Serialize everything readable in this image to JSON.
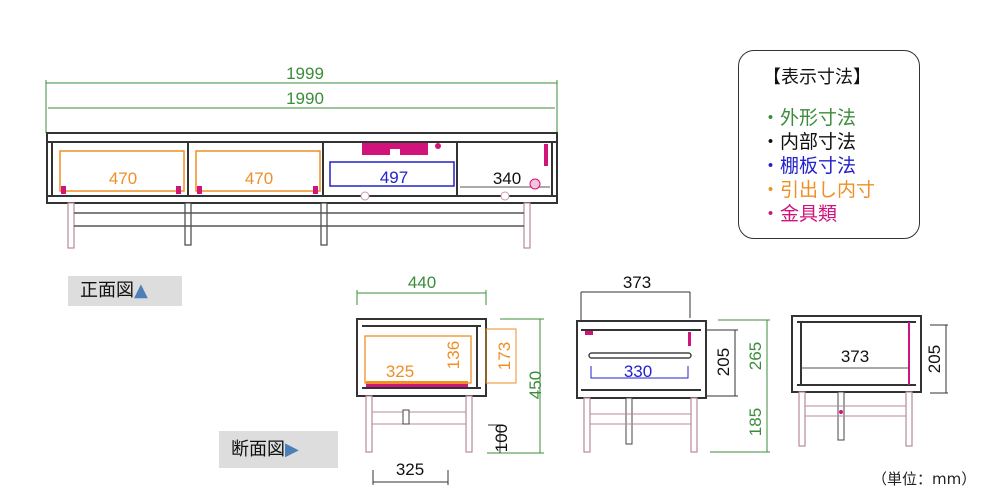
{
  "legend": {
    "title": "【表示寸法】",
    "items": [
      {
        "label": "・外形寸法",
        "color": "#3b8c3b"
      },
      {
        "label": "・内部寸法",
        "color": "#111111"
      },
      {
        "label": "・棚板寸法",
        "color": "#2222cc"
      },
      {
        "label": "・引出し内寸",
        "color": "#ef8f25"
      },
      {
        "label": "・金具類",
        "color": "#d1147c"
      }
    ]
  },
  "front_view": {
    "label": "正面図",
    "label_icon": "▲",
    "overall_width": "1999",
    "body_width": "1990",
    "drawer1_inner": "470",
    "drawer2_inner": "470",
    "shelf_width": "497",
    "compartment_inner": "340"
  },
  "section_view": {
    "label": "断面図",
    "label_icon": "▶",
    "side": {
      "depth": "440",
      "drawer_inner_depth": "325",
      "drawer_inner_height": "136",
      "drawer_height": "173",
      "overall_height": "450",
      "leg_clearance": "100",
      "leg_span": "325"
    },
    "middle": {
      "inner_depth": "373",
      "shelf_depth": "330",
      "inner_height": "205",
      "body_height": "265",
      "leg_height": "185"
    },
    "right": {
      "inner_depth": "373",
      "inner_height": "205"
    }
  },
  "unit_note": "（単位：mm）"
}
